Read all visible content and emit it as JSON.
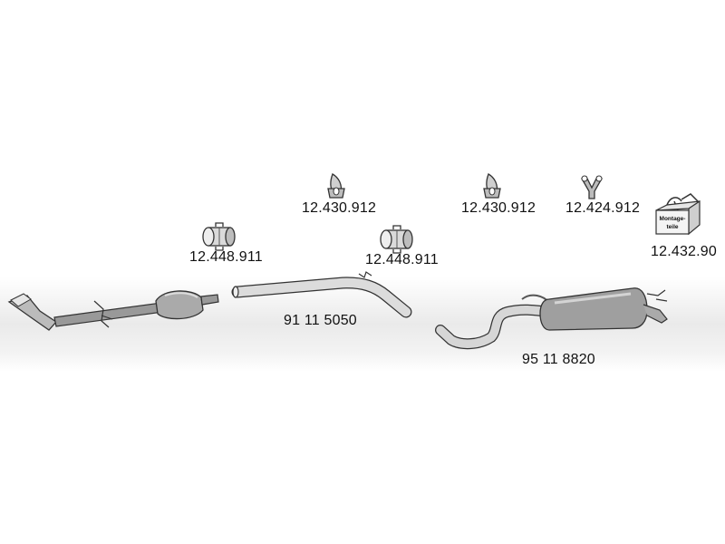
{
  "diagram": {
    "parts": [
      {
        "id": "clamp-1",
        "number": "12.448.911"
      },
      {
        "id": "clamp-2",
        "number": "12.448.911"
      },
      {
        "id": "hanger-1",
        "number": "12.430.912"
      },
      {
        "id": "hanger-2",
        "number": "12.430.912"
      },
      {
        "id": "hanger-3",
        "number": "12.424.912"
      },
      {
        "id": "mounting-kit",
        "number": "12.432.90",
        "box_text": [
          "Montage-",
          "teile"
        ]
      },
      {
        "id": "middle-pipe",
        "number": "91 11 5050"
      },
      {
        "id": "rear-silencer",
        "number": "95 11 8820"
      }
    ]
  }
}
